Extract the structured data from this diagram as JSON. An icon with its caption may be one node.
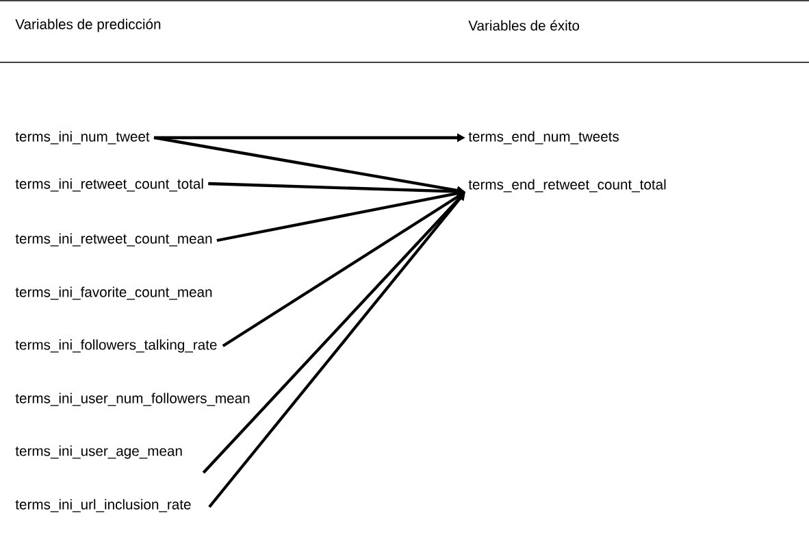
{
  "diagram": {
    "nodes": [
      {
        "text": [
          "terms_ini_num_tweet"
        ]
      },
      {
        "text": [
          "terms_ini_retweet_count_total"
        ]
      },
      {
        "text": [
          "terms_ini_retweet_count_mean"
        ]
      },
      {
        "text": [
          "terms_ini_favorite_count_mean"
        ]
      },
      {
        "text": [
          "terms_ini_followers_talking_rate"
        ]
      },
      {
        "text": [
          "terms_ini_user_num_followers_mean"
        ]
      },
      {
        "text": [
          "terms_ini_user_age_mean"
        ]
      },
      {
        "text": [
          "terms_ini_url_inclusion_rate"
        ]
      },
      {
        "text": [
          "terms_end_num_tweets"
        ]
      },
      {
        "text": [
          "terms_end_retweet_count_total"
        ]
      }
    ],
    "edges": [
      {
        "from": 0,
        "to": 8,
        "arrow": "to"
      },
      {
        "from": 0,
        "to": 9,
        "arrow": "to"
      },
      {
        "from": 1,
        "to": 9,
        "arrow": "to"
      },
      {
        "from": 2,
        "to": 9,
        "arrow": "to"
      },
      {
        "from": 4,
        "to": 9,
        "arrow": "to"
      },
      {
        "from": 6,
        "to": 9,
        "arrow": "to"
      },
      {
        "from": 7,
        "to": 9,
        "arrow": "to"
      }
    ],
    "labels": [
      "Variables de predicción",
      "Variables de éxito"
    ]
  }
}
